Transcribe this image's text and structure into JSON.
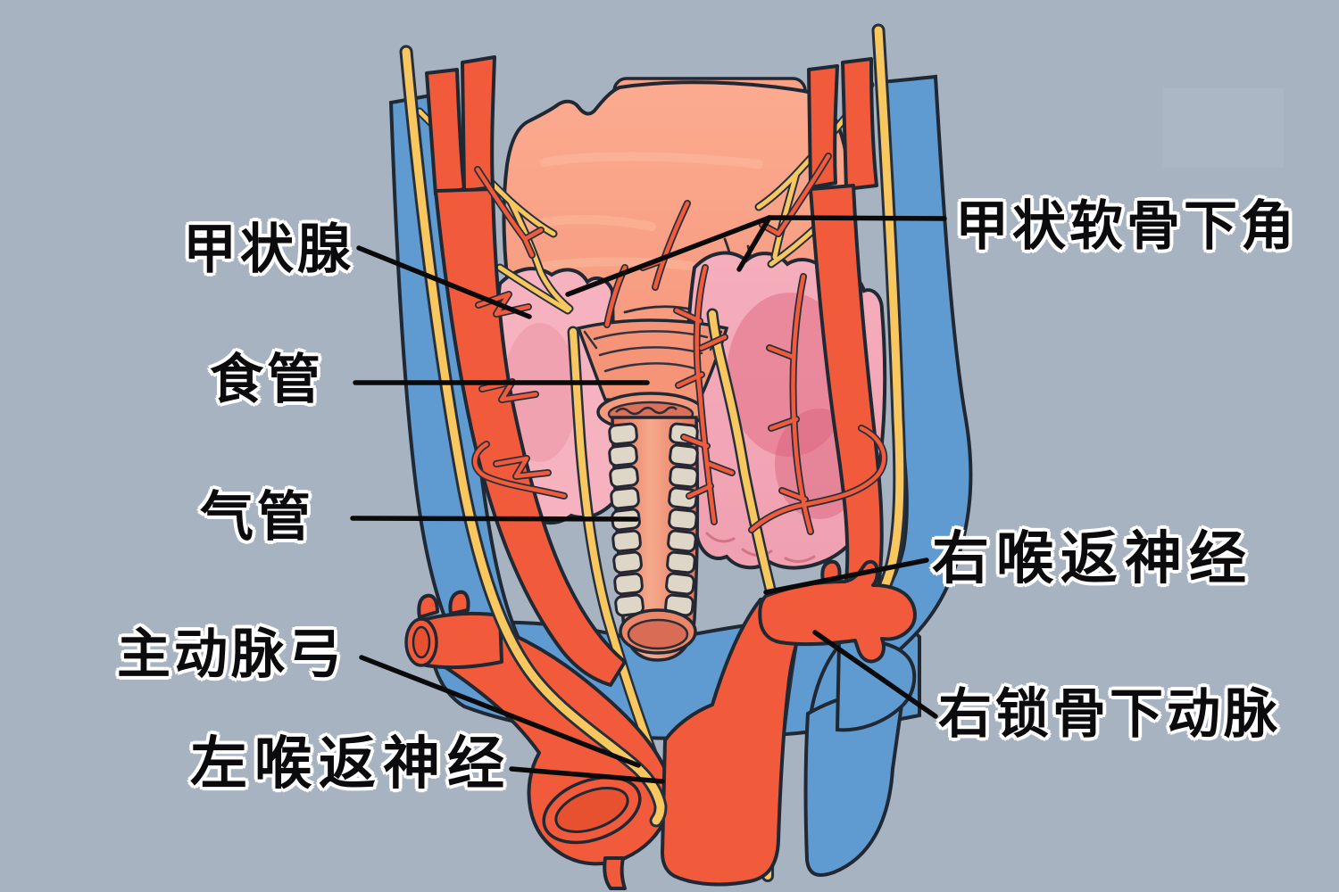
{
  "figure": {
    "type": "anatomical-diagram",
    "labels": [
      {
        "id": "thyroid-gland",
        "text": "甲状腺",
        "side": "left",
        "bold": false
      },
      {
        "id": "esophagus",
        "text": "食管",
        "side": "left",
        "bold": false
      },
      {
        "id": "trachea",
        "text": "气管",
        "side": "left",
        "bold": false
      },
      {
        "id": "aortic-arch",
        "text": "主动脉弓",
        "side": "left",
        "bold": false
      },
      {
        "id": "left-recurrent-laryngeal-nerve",
        "text": "左喉返神经",
        "side": "left",
        "bold": true
      },
      {
        "id": "inferior-horn-of-thyroid-cartilage",
        "text": "甲状软骨下角",
        "side": "right",
        "bold": false
      },
      {
        "id": "right-recurrent-laryngeal-nerve",
        "text": "右喉返神经",
        "side": "right",
        "bold": true
      },
      {
        "id": "right-subclavian-artery",
        "text": "右锁骨下动脉",
        "side": "right",
        "bold": false
      }
    ],
    "colors": {
      "background": "#a8b3c2",
      "artery_orange": "#f15b3b",
      "artery_cut_inner": "#e8512f",
      "vein_blue": "#5f9ad0",
      "nerve_yellow": "#f9c75f",
      "larynx_salmon": "#f89e83",
      "esophagus_salmon": "#f69478",
      "esophagus_lumen": "#db6f58",
      "thyroid_pink": "#f5aebc",
      "thyroid_shade": "#e2748a",
      "trachea_tube": "#ee8a6e",
      "cartilage_ring_cream": "#ded6c6",
      "outline_dark": "#1f2833",
      "leader_line_black": "#0a0a0a",
      "label_text": "#0b0b0d",
      "label_halo": "#ffffff"
    }
  }
}
